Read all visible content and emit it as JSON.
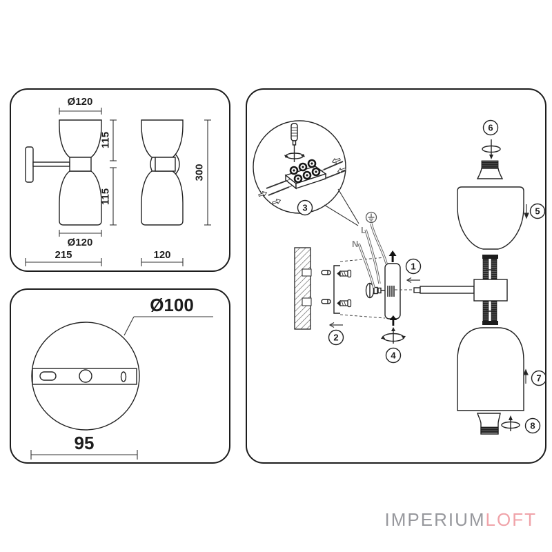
{
  "brand": {
    "name_primary": "IMPERIUM",
    "name_secondary": "LOFT",
    "color_primary": "#97989d",
    "color_secondary": "#f0a3a9"
  },
  "panels": {
    "front_view": {
      "dim_top_diameter": "Ø120",
      "dim_upper_height": "115",
      "dim_lower_height": "115",
      "dim_bottom_diameter": "Ø120",
      "dim_total_width": "215",
      "dim_side_width": "120",
      "dim_total_height": "300"
    },
    "base_view": {
      "dim_plate_diameter": "Ø100",
      "dim_hole_spacing": "95"
    },
    "assembly": {
      "labels": {
        "live": "L",
        "neutral": "N"
      },
      "steps": [
        "1",
        "2",
        "3",
        "4",
        "5",
        "6",
        "7",
        "8"
      ]
    }
  }
}
